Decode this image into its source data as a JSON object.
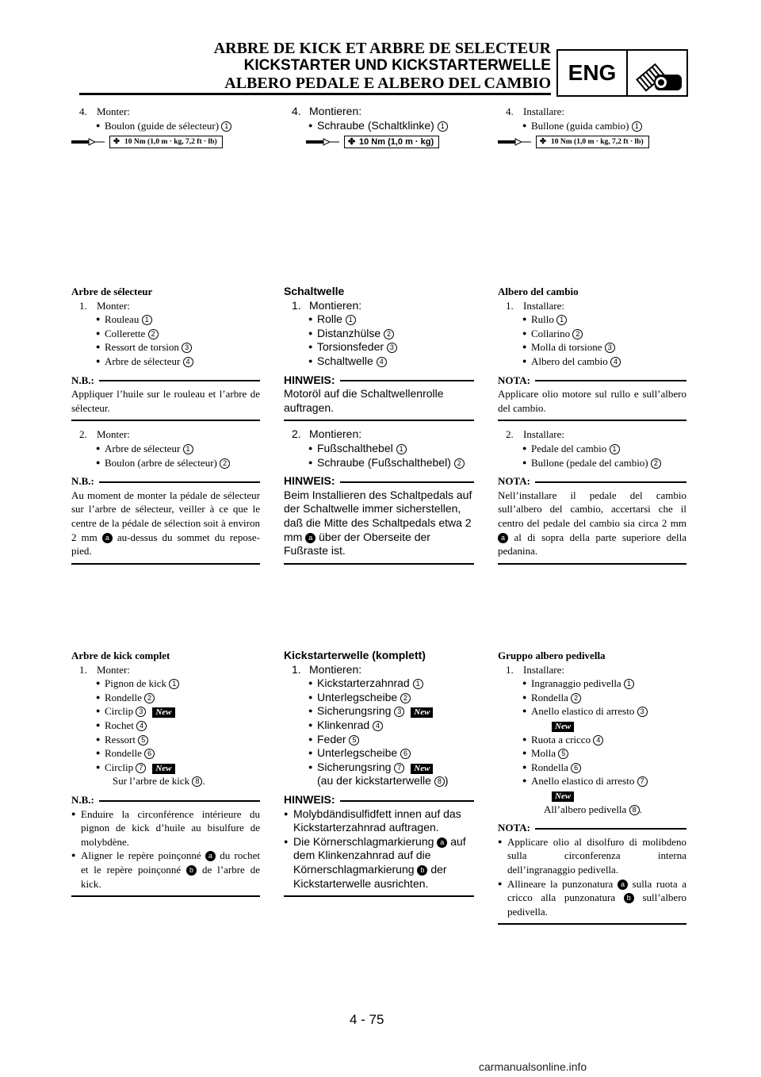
{
  "header": {
    "title_fr": "ARBRE DE KICK ET ARBRE DE SELECTEUR",
    "title_de": "KICKSTARTER UND KICKSTARTERWELLE",
    "title_it": "ALBERO PEDALE E ALBERO DEL CAMBIO",
    "lang_badge": "ENG",
    "badge_icon": "engine-bolt-icon"
  },
  "fr": {
    "s1_step": "4.",
    "s1_verb": "Monter:",
    "s1_item": "Boulon (guide de sélecteur)",
    "s1_num": "1",
    "s1_torque": "10 Nm (1,0 m · kg, 7,2 ft · lb)",
    "s2_title": "Arbre de sélecteur",
    "s2_step1": "1.",
    "s2_verb1": "Monter:",
    "s2_items": [
      "Rouleau",
      "Collerette",
      "Ressort de torsion",
      "Arbre de sélecteur"
    ],
    "nb_label": "N.B.:",
    "s2_note1": "Appliquer l’huile sur le rouleau et l’arbre de sélecteur.",
    "s2_step2": "2.",
    "s2_verb2": "Monter:",
    "s2_items2": [
      "Arbre de sélecteur",
      "Boulon (arbre de sélecteur)"
    ],
    "s2_note2a": "Au moment de monter la pédale de sélecteur sur l’arbre de sélecteur, veiller à ce que le centre de la pédale de sélection soit à environ 2 mm",
    "s2_note2b": "au-dessus du sommet du repose-pied.",
    "s3_title": "Arbre de kick complet",
    "s3_step": "1.",
    "s3_verb": "Monter:",
    "s3_items": [
      "Pignon de kick",
      "Rondelle",
      "Circlip",
      "Rochet",
      "Ressort",
      "Rondelle",
      "Circlip"
    ],
    "s3_sub": "Sur l’arbre de kick",
    "s3_n1": "Enduire la circonférence intérieure du pignon de kick d’huile au bisulfure de molybdène.",
    "s3_n2a": "Aligner le repère poinçonné",
    "s3_n2b": "du rochet et le repère poinçonné",
    "s3_n2c": "de l’arbre de kick."
  },
  "de": {
    "s1_step": "4.",
    "s1_verb": "Montieren:",
    "s1_item": "Schraube (Schaltklinke)",
    "s1_num": "1",
    "s1_torque": "10 Nm (1,0 m · kg)",
    "s2_title": "Schaltwelle",
    "s2_step1": "1.",
    "s2_verb1": "Montieren:",
    "s2_items": [
      "Rolle",
      "Distanzhülse",
      "Torsionsfeder",
      "Schaltwelle"
    ],
    "nb_label": "HINWEIS:",
    "s2_note1": "Motoröl auf die Schaltwellenrolle auftragen.",
    "s2_step2": "2.",
    "s2_verb2": "Montieren:",
    "s2_items2": [
      "Fußschalthebel",
      "Schraube (Fußschalthebel)"
    ],
    "s2_note2a": "Beim Installieren des Schaltpedals auf der Schaltwelle immer sicherstellen, daß die Mitte des Schaltpedals etwa 2 mm",
    "s2_note2b": "über der Oberseite der Fußraste ist.",
    "s3_title": "Kickstarterwelle (komplett)",
    "s3_step": "1.",
    "s3_verb": "Montieren:",
    "s3_items": [
      "Kickstarterzahnrad",
      "Unterlegscheibe",
      "Sicherungsring",
      "Klinkenrad",
      "Feder",
      "Unterlegscheibe",
      "Sicherungsring"
    ],
    "s3_sub": "(au der kickstarterwelle",
    "s3_n1": "Molybdändisulfidfett innen auf das Kickstarterzahnrad auftragen.",
    "s3_n2a": "Die Körnerschlagmarkierung",
    "s3_n2b": "auf dem Klinkenzahnrad auf die Körnerschlagmarkierung",
    "s3_n2c": "der Kickstarterwelle ausrichten."
  },
  "it": {
    "s1_step": "4.",
    "s1_verb": "Installare:",
    "s1_item": "Bullone (guida cambio)",
    "s1_num": "1",
    "s1_torque": "10 Nm (1,0 m · kg, 7,2 ft · lb)",
    "s2_title": "Albero del cambio",
    "s2_step1": "1.",
    "s2_verb1": "Installare:",
    "s2_items": [
      "Rullo",
      "Collarino",
      "Molla di torsione",
      "Albero del cambio"
    ],
    "nb_label": "NOTA:",
    "s2_note1": "Applicare olio motore sul rullo e sull’albero del cambio.",
    "s2_step2": "2.",
    "s2_verb2": "Installare:",
    "s2_items2": [
      "Pedale del cambio",
      "Bullone (pedale del cambio)"
    ],
    "s2_note2a": "Nell’installare il pedale del cambio sull’albero del cambio, accertarsi che il centro del pedale del cambio sia circa 2 mm",
    "s2_note2b": "al di sopra della parte superiore della pedanina.",
    "s3_title": "Gruppo albero pedivella",
    "s3_step": "1.",
    "s3_verb": "Installare:",
    "s3_items": [
      "Ingranaggio pedivella",
      "Rondella",
      "Anello elastico di arresto",
      "Ruota a cricco",
      "Molla",
      "Rondella",
      "Anello elastico di arresto"
    ],
    "s3_sub": "All’albero pedivella",
    "s3_n1": "Applicare olio al disolfuro di molibdeno sulla circonferenza interna dell’ingranaggio pedivella.",
    "s3_n2a": "Allineare la punzonatura",
    "s3_n2b": "sulla ruota a cricco alla punzonatura",
    "s3_n2c": "sull’albero pedivella."
  },
  "marks": {
    "a": "a",
    "b": "b",
    "n": [
      "1",
      "2",
      "3",
      "4",
      "5",
      "6",
      "7",
      "8"
    ]
  },
  "new_label": "New",
  "page_number": "4 - 75",
  "watermark": "carmanualsonline.info"
}
